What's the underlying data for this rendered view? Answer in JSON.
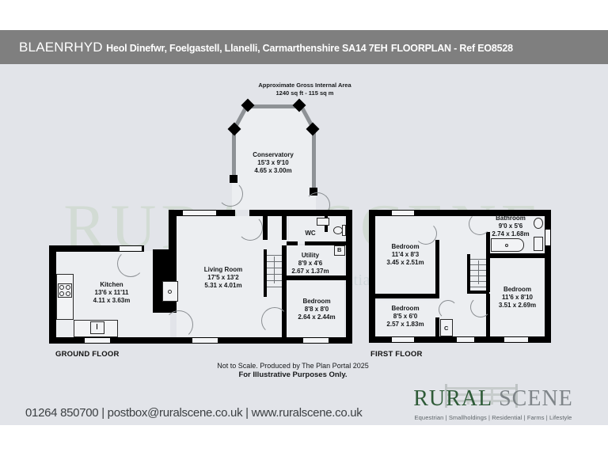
{
  "header": {
    "property_name": "BLAENRHYD",
    "address": "Heol Dinefwr, Foelgastell, Llanelli, Carmarthenshire SA14 7EH",
    "ref": "FLOORPLAN - Ref EO8528",
    "bar_color": "#7f7f7f"
  },
  "plan": {
    "area_note_line1": "Approximate Gross Internal Area",
    "area_note_line2": "1240 sq ft - 115 sq m",
    "ground_floor_label": "GROUND FLOOR",
    "first_floor_label": "FIRST FLOOR",
    "disclaimer_line1": "Not to Scale. Produced by The Plan Portal 2025",
    "disclaimer_line2": "For Illustrative Purposes Only.",
    "background_color": "#e2e4e9",
    "wall_color": "#000000",
    "room_fill": "#eceef1"
  },
  "watermark": {
    "main": "RURAL SCENE",
    "sub": "Equestrian | Smallholdings | Residential | Farms | Lifestyle",
    "color": "#cdd8cd"
  },
  "rooms": {
    "conservatory": {
      "name": "Conservatory",
      "imperial": "15'3 x 9'10",
      "metric": "4.65 x 3.00m"
    },
    "kitchen": {
      "name": "Kitchen",
      "imperial": "13'6 x 11'11",
      "metric": "4.11 x 3.63m"
    },
    "living_room": {
      "name": "Living Room",
      "imperial": "17'5 x 13'2",
      "metric": "5.31 x 4.01m"
    },
    "utility": {
      "name": "Utility",
      "imperial": "8'9 x 4'6",
      "metric": "2.67 x 1.37m"
    },
    "wc": {
      "name": "WC"
    },
    "gf_bedroom": {
      "name": "Bedroom",
      "imperial": "8'8 x 8'0",
      "metric": "2.64 x 2.44m"
    },
    "bedroom_1": {
      "name": "Bedroom",
      "imperial": "11'4 x 8'3",
      "metric": "3.45 x 2.51m"
    },
    "bedroom_2": {
      "name": "Bedroom",
      "imperial": "8'5 x 6'0",
      "metric": "2.57 x 1.83m"
    },
    "bedroom_3": {
      "name": "Bedroom",
      "imperial": "11'6 x 8'10",
      "metric": "3.51 x 2.69m"
    },
    "bathroom": {
      "name": "Bathroom",
      "imperial": "9'0 x 5'6",
      "metric": "2.74 x 1.68m"
    },
    "cupboard_b": {
      "label": "B"
    },
    "cupboard_c": {
      "label": "C"
    }
  },
  "footer": {
    "contact": "01264 850700 | postbox@ruralscene.co.uk | www.ruralscene.co.uk",
    "logo_word_1": "RURAL",
    "logo_word_2": "SCENE",
    "logo_tagline": "Equestrian | Smallholdings | Residential | Farms | Lifestyle",
    "logo_color_1": "#2f5b38",
    "logo_color_2": "#7e8488"
  }
}
